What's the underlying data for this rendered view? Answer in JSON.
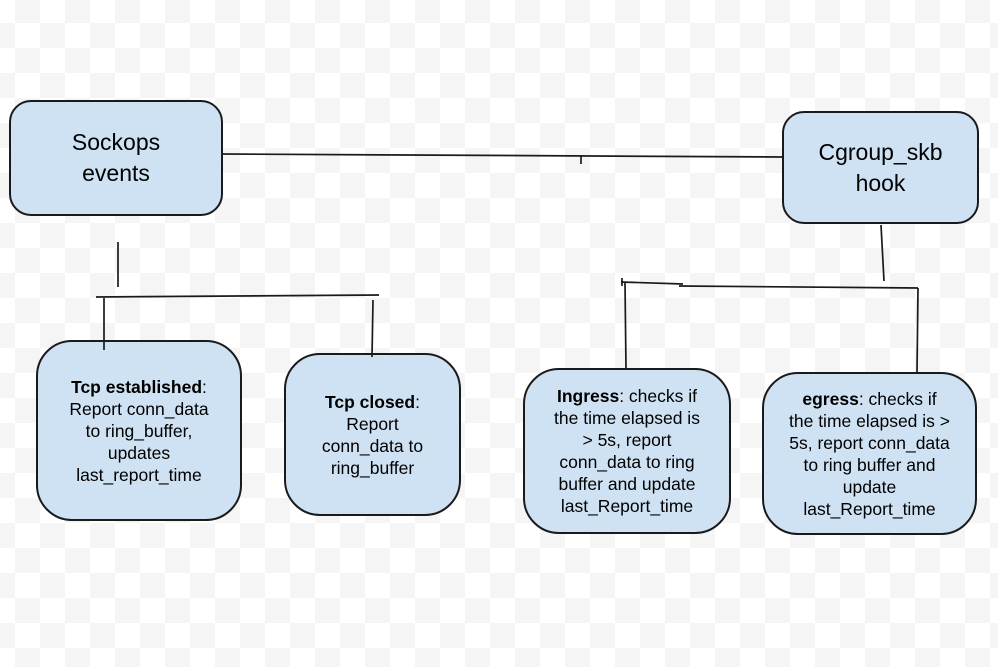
{
  "canvas": {
    "background_light": "#ffffff",
    "background_shade": "#f5f5f5",
    "node_fill": "#cfe2f3",
    "node_border": "#1a1a1a",
    "line_color": "#1a1a1a",
    "text_color": "#000000"
  },
  "nodes": {
    "sockops": {
      "label": "Sockops\nevents"
    },
    "cgroup": {
      "label": "Cgroup_skb\nhook"
    },
    "tcp_established": {
      "bold": "Tcp established",
      "rest": ":\nReport conn_data\nto ring_buffer,\nupdates\nlast_report_time"
    },
    "tcp_closed": {
      "bold": "Tcp closed",
      "rest": ":\nReport\nconn_data to\nring_buffer"
    },
    "ingress": {
      "bold": "Ingress",
      "rest": ": checks if\nthe time elapsed is\n> 5s, report\nconn_data to ring\nbuffer and update\nlast_Report_time"
    },
    "egress": {
      "bold": "egress",
      "rest": ": checks if\nthe time elapsed is >\n5s, report conn_data\nto ring buffer and\nupdate\nlast_Report_time"
    }
  }
}
